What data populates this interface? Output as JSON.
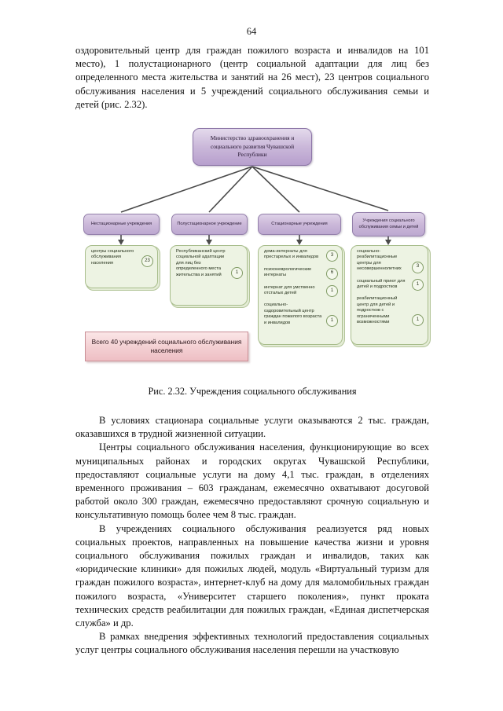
{
  "page": {
    "number": "64"
  },
  "intro_paragraph": "оздоровительный центр для граждан пожилого возраста и инвалидов на 101 место), 1 полустационарного (центр социальной адаптации для лиц без определенного места жительства и занятий на 26 мест), 23 центров социального обслуживания населения и 5 учреждений социального обслуживания семьи и детей (рис. 2.32).",
  "figure": {
    "caption": "Рис. 2.32. Учреждения социального обслуживания",
    "root": {
      "label": "Министерство здравоохранения и социального развития Чувашской Республики"
    },
    "categories": [
      {
        "label": "Нестационарные учреждения"
      },
      {
        "label": "Полустационарное учреждение"
      },
      {
        "label": "Стационарные учреждения"
      },
      {
        "label": "Учреждения социального обслуживания семьи и детей"
      }
    ],
    "columns": [
      {
        "items": [
          {
            "label": "центры социального обслуживания населения",
            "count": "23"
          }
        ]
      },
      {
        "items": [
          {
            "label": "Республиканский центр социальной адаптации для лиц без определенного места жительства и занятий",
            "count": "1"
          }
        ]
      },
      {
        "items": [
          {
            "label": "дома-интернаты для престарелых и инвалидов",
            "count": "3"
          },
          {
            "label": "психоневрологические интернаты",
            "count": "6"
          },
          {
            "label": "интернат для умственно отсталых детей",
            "count": "1"
          },
          {
            "label": "социально-оздоровительный центр граждан пожилого возраста и инвалидов",
            "count": "1"
          }
        ]
      },
      {
        "items": [
          {
            "label": "социально-реабилитационные центры для несовершеннолетних",
            "count": "3"
          },
          {
            "label": "социальный приют для детей и подростков",
            "count": "1"
          },
          {
            "label": "реабилитационный центр для детей и подростков с ограниченными возможностями",
            "count": "1"
          }
        ]
      }
    ],
    "total_box": {
      "label": "Всего 40 учреждений социального обслуживания населения"
    },
    "colors": {
      "root_fill": "#cbb9da",
      "category_fill": "#cdbada",
      "leaf_fill": "#edf3e3",
      "leaf_border": "#a8bd8c",
      "total_fill": "#f3cfd2",
      "total_border": "#c98e95",
      "connector": "#4a4a4a"
    }
  },
  "body_paragraphs": [
    "В условиях стационара социальные услуги оказываются 2 тыс. граждан, оказавшихся в трудной жизненной ситуации.",
    "Центры социального обслуживания населения, функционирующие во всех муниципальных районах и городских округах Чувашской Республики, предоставляют социальные услуги на дому 4,1 тыс. граждан, в отделениях временного проживания – 603 гражданам, ежемесячно охватывают досуговой работой около 300 граждан, ежемесячно предоставляют срочную социальную и консультативную помощь более чем 8 тыс. граждан.",
    "В учреждениях социального обслуживания реализуется ряд новых социальных проектов, направленных на повышение качества жизни и уровня социального обслуживания пожилых граждан и инвалидов, таких как «юридические клиники» для пожилых людей, модуль «Виртуальный туризм для граждан пожилого возраста», интернет-клуб на дому для маломобильных граждан пожилого возраста, «Университет старшего поколения», пункт проката технических средств реабилитации для пожилых граждан, «Единая диспетчерская служба» и др.",
    "В рамках внедрения эффективных технологий предоставления социальных услуг центры социального обслуживания населения перешли на участковую"
  ]
}
